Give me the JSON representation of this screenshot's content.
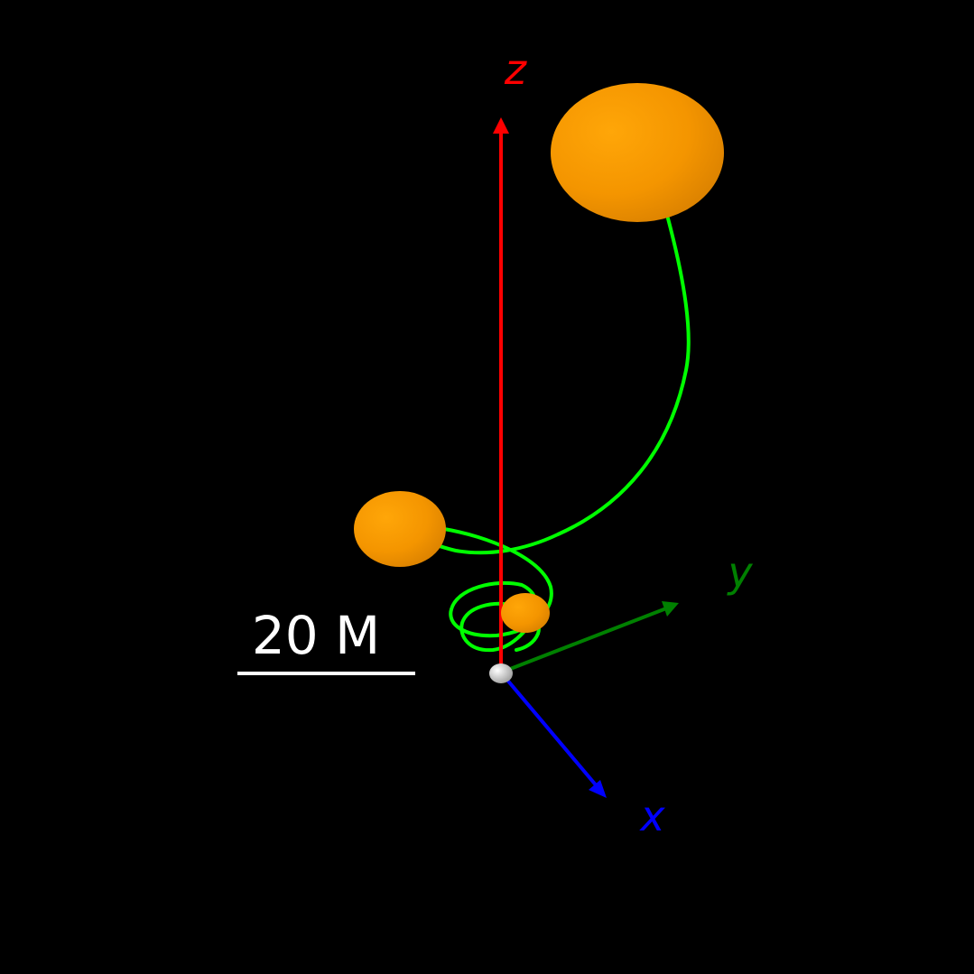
{
  "axes": {
    "z": {
      "label": "z",
      "color": "#ff0000"
    },
    "y": {
      "label": "y",
      "color": "#008000"
    },
    "x": {
      "label": "x",
      "color": "#0000ff"
    }
  },
  "scale_bar": {
    "label": "20 M",
    "color": "#ffffff"
  },
  "trajectory_color": "#00ff00",
  "body_color": "#ff9900",
  "origin_body_color": "#cccccc"
}
